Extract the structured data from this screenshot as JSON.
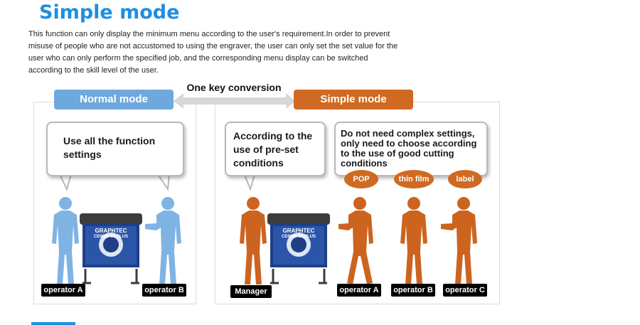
{
  "page": {
    "title": "Simple mode",
    "description": "This function can only display the minimum menu according to the user's requirement.In order to prevent misuse of people who are not accustomed to using the engraver, the user can only set the set value for the user who can only perform the specified job, and the corresponding menu display can be switched according to the skill level of the user."
  },
  "conversion_label": "One key conversion",
  "normal": {
    "label": "Normal mode",
    "bubble": "Use all the function settings",
    "operators": [
      "operator A",
      "operator B"
    ]
  },
  "simple": {
    "label": "Simple mode",
    "bubble_manager": "According to the use of pre-set conditions",
    "bubble_operators": "Do not need complex settings, only need to choose according to the use of good cutting conditions",
    "condition_ovals": [
      "POP",
      "thin film",
      "label"
    ],
    "manager": "Manager",
    "operators": [
      "operator A",
      "operator B",
      "operator C"
    ]
  },
  "machine_brand": "GRAPHTEC",
  "machine_model": "CE6000-60 PLUS",
  "colors": {
    "title_blue": "#1e8fe0",
    "normal_blue": "#6fa8dc",
    "simple_orange": "#d06a22",
    "figure_blue": "#7fb3e3",
    "figure_orange": "#cc6420",
    "machine_blue": "#1e3f86"
  }
}
